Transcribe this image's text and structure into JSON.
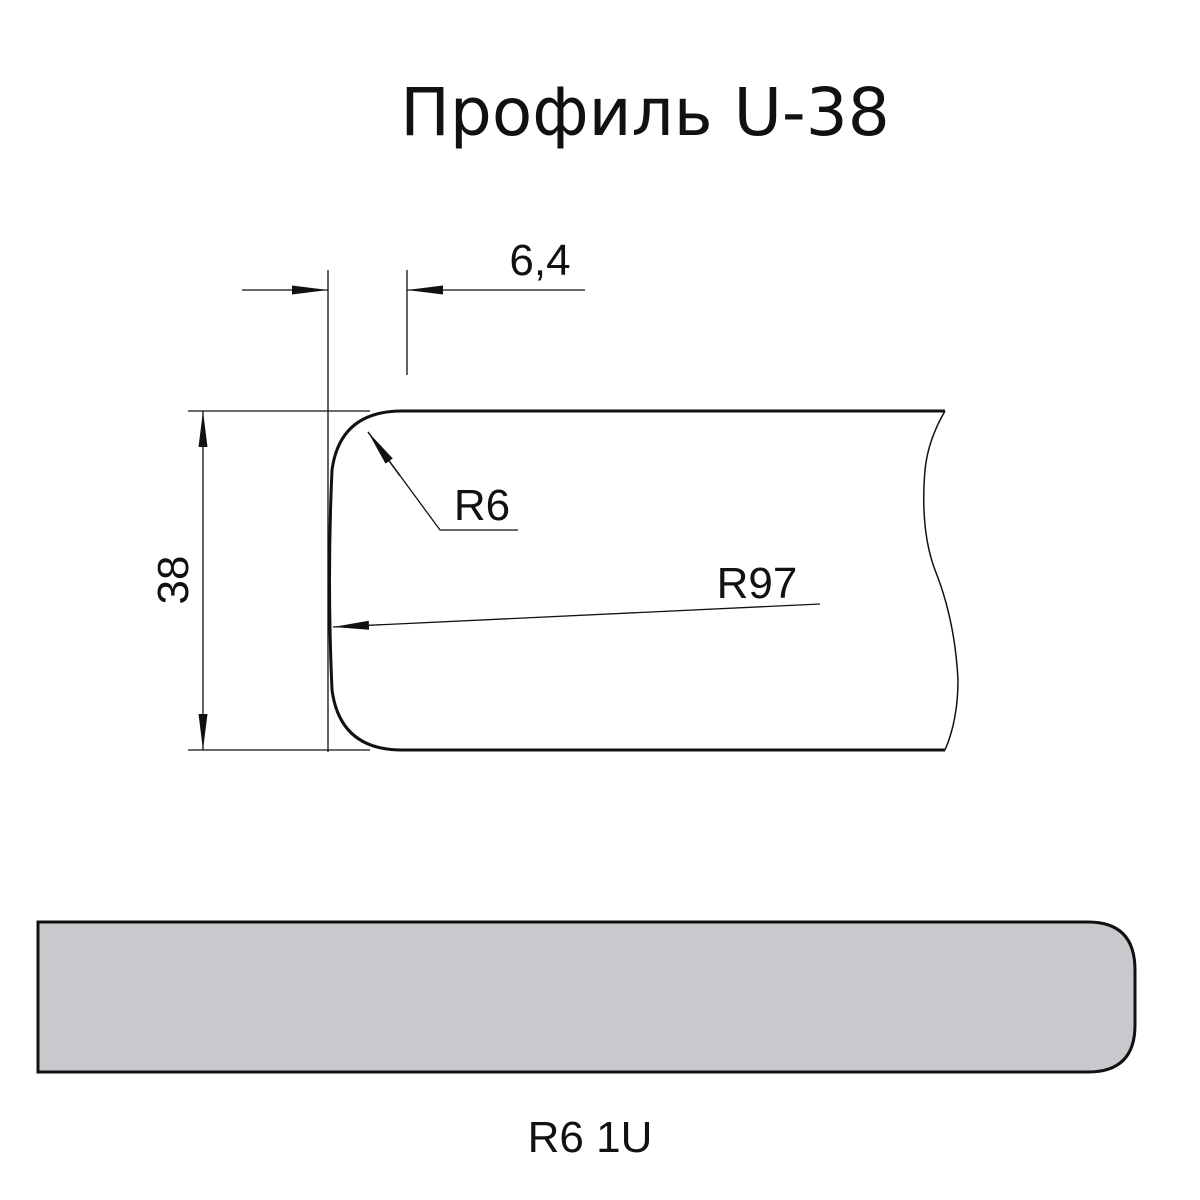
{
  "title": "Профиль U-38",
  "dimensions": {
    "edge_offset": "6,4",
    "thickness": "38",
    "corner_radius": "R6",
    "face_radius": "R97"
  },
  "bottom_profile": {
    "label": "R6 1U",
    "fill_color": "#c9c9cd"
  }
}
